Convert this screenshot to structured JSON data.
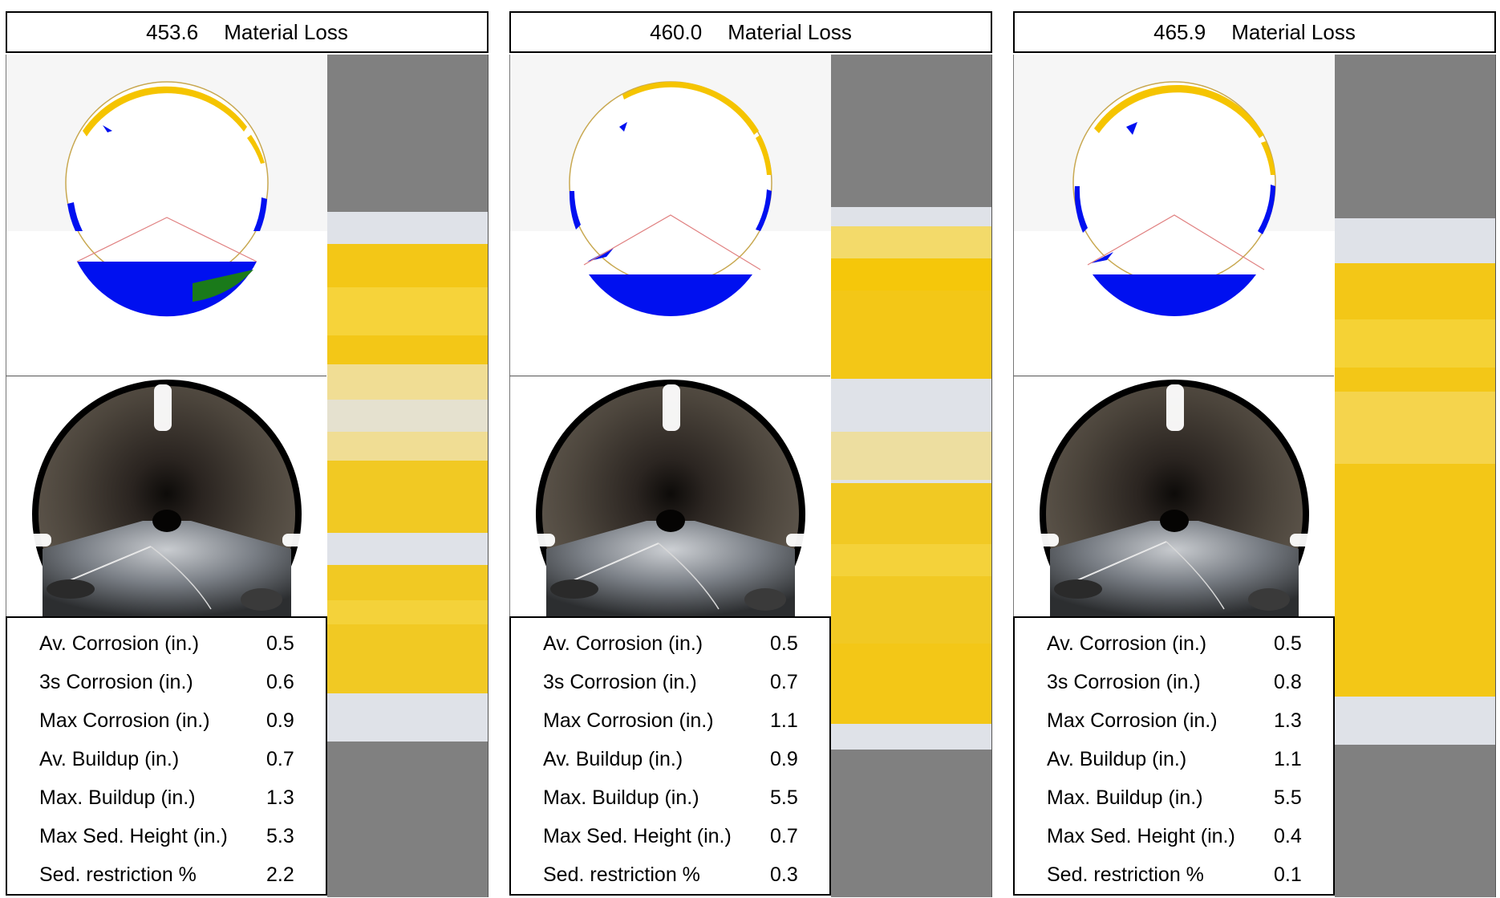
{
  "panels": [
    {
      "position": "453.6",
      "title": "Material Loss",
      "stats": [
        {
          "label": "Av. Corrosion (in.)",
          "value": "0.5"
        },
        {
          "label": "3s Corrosion (in.)",
          "value": "0.6"
        },
        {
          "label": "Max Corrosion (in.)",
          "value": "0.9"
        },
        {
          "label": "Av. Buildup (in.)",
          "value": "0.7"
        },
        {
          "label": "Max. Buildup (in.)",
          "value": "1.3"
        },
        {
          "label": "Max Sed. Height (in.)",
          "value": "5.3"
        },
        {
          "label": "Sed. restriction %",
          "value": "2.2"
        }
      ]
    },
    {
      "position": "460.0",
      "title": "Material Loss",
      "stats": [
        {
          "label": "Av. Corrosion (in.)",
          "value": "0.5"
        },
        {
          "label": "3s Corrosion (in.)",
          "value": "0.7"
        },
        {
          "label": "Max Corrosion (in.)",
          "value": "1.1"
        },
        {
          "label": "Av. Buildup (in.)",
          "value": "0.9"
        },
        {
          "label": "Max. Buildup (in.)",
          "value": "5.5"
        },
        {
          "label": "Max Sed. Height (in.)",
          "value": "0.7"
        },
        {
          "label": "Sed. restriction %",
          "value": "0.3"
        }
      ]
    },
    {
      "position": "465.9",
      "title": "Material Loss",
      "stats": [
        {
          "label": "Av. Corrosion (in.)",
          "value": "0.5"
        },
        {
          "label": "3s Corrosion (in.)",
          "value": "0.8"
        },
        {
          "label": "Max Corrosion (in.)",
          "value": "1.3"
        },
        {
          "label": "Av. Buildup (in.)",
          "value": "1.1"
        },
        {
          "label": "Max. Buildup (in.)",
          "value": "5.5"
        },
        {
          "label": "Max Sed. Height (in.)",
          "value": "0.4"
        },
        {
          "label": "Sed. restriction %",
          "value": "0.1"
        }
      ]
    }
  ],
  "colors": {
    "corrosion": "#f5c400",
    "sediment": "#0010f0",
    "debris": "#1a7a1a",
    "profile_line": "#e08080",
    "strip_background": "#808080",
    "strip_clean": "#dfe2e8"
  }
}
